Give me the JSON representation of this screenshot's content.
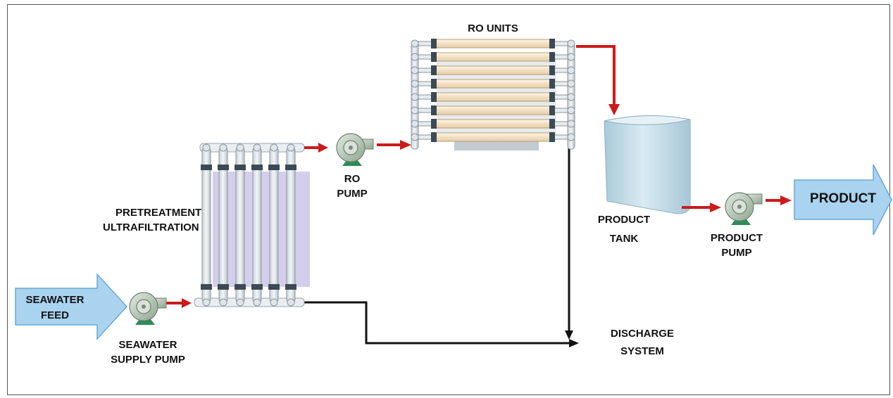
{
  "labels": {
    "ro_units": "RO UNITS",
    "ro_pump": [
      "RO",
      "PUMP"
    ],
    "pretreatment": [
      "PRETREATMENT",
      "ULTRAFILTRATION"
    ],
    "seawater_feed": [
      "SEAWATER",
      "FEED"
    ],
    "seawater_supply_pump": [
      "SEAWATER",
      "SUPPLY PUMP"
    ],
    "product_tank": [
      "PRODUCT",
      "TANK"
    ],
    "product_pump": [
      "PRODUCT",
      "PUMP"
    ],
    "product": "PRODUCT",
    "discharge_system": [
      "DISCHARGE",
      "SYSTEM"
    ]
  },
  "colors": {
    "flow_arrow": "#cc1a1a",
    "discharge_line": "#111111",
    "big_arrow_fill": "#a9d3ef",
    "big_arrow_stroke": "#6aa8d6",
    "pump_body": "#b9c9b9",
    "pump_base": "#2e8b57",
    "ro_tube": "#f3e4cc",
    "uf_membrane": "#c9c3e6",
    "pipe": "#e6ebef",
    "tank": "#c5dde8"
  }
}
